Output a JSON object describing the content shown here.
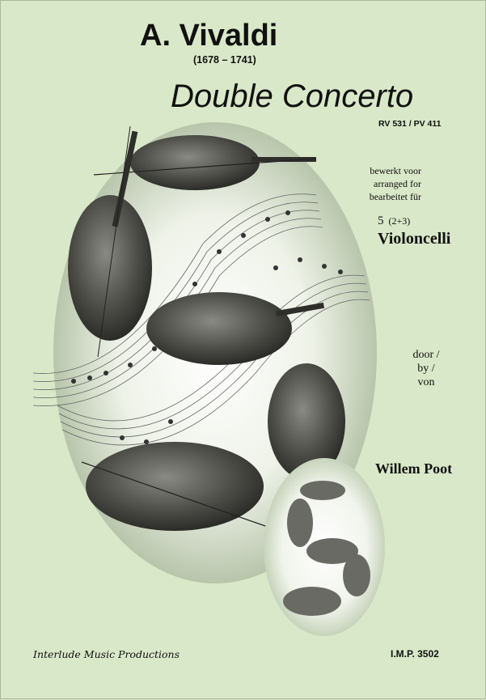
{
  "cover": {
    "composer": "A. Vivaldi",
    "dates": "(1678 – 1741)",
    "title": "Double Concerto",
    "catalog": "RV 531 / PV 411",
    "arranged_for": [
      "bewerkt voor",
      "arranged for",
      "bearbeitet für"
    ],
    "scoring_count": "5",
    "scoring_split": "(2+3)",
    "instrument": "Violoncelli",
    "by_words": [
      "door /",
      "by /",
      "von"
    ],
    "arranger": "Willem Poot",
    "publisher": "Interlude Music Productions",
    "edition_number": "I.M.P. 3502"
  },
  "colors": {
    "background": "#d9e8c8",
    "oval_light": "#f3f6ee",
    "oval_dark": "#b9c7ad",
    "cello_body": "#4a4a46",
    "text": "#111111"
  },
  "artwork": {
    "large_oval": "illustration of cellos and music staves in a fading oval",
    "small_oval": "miniature of the same cello illustration"
  }
}
